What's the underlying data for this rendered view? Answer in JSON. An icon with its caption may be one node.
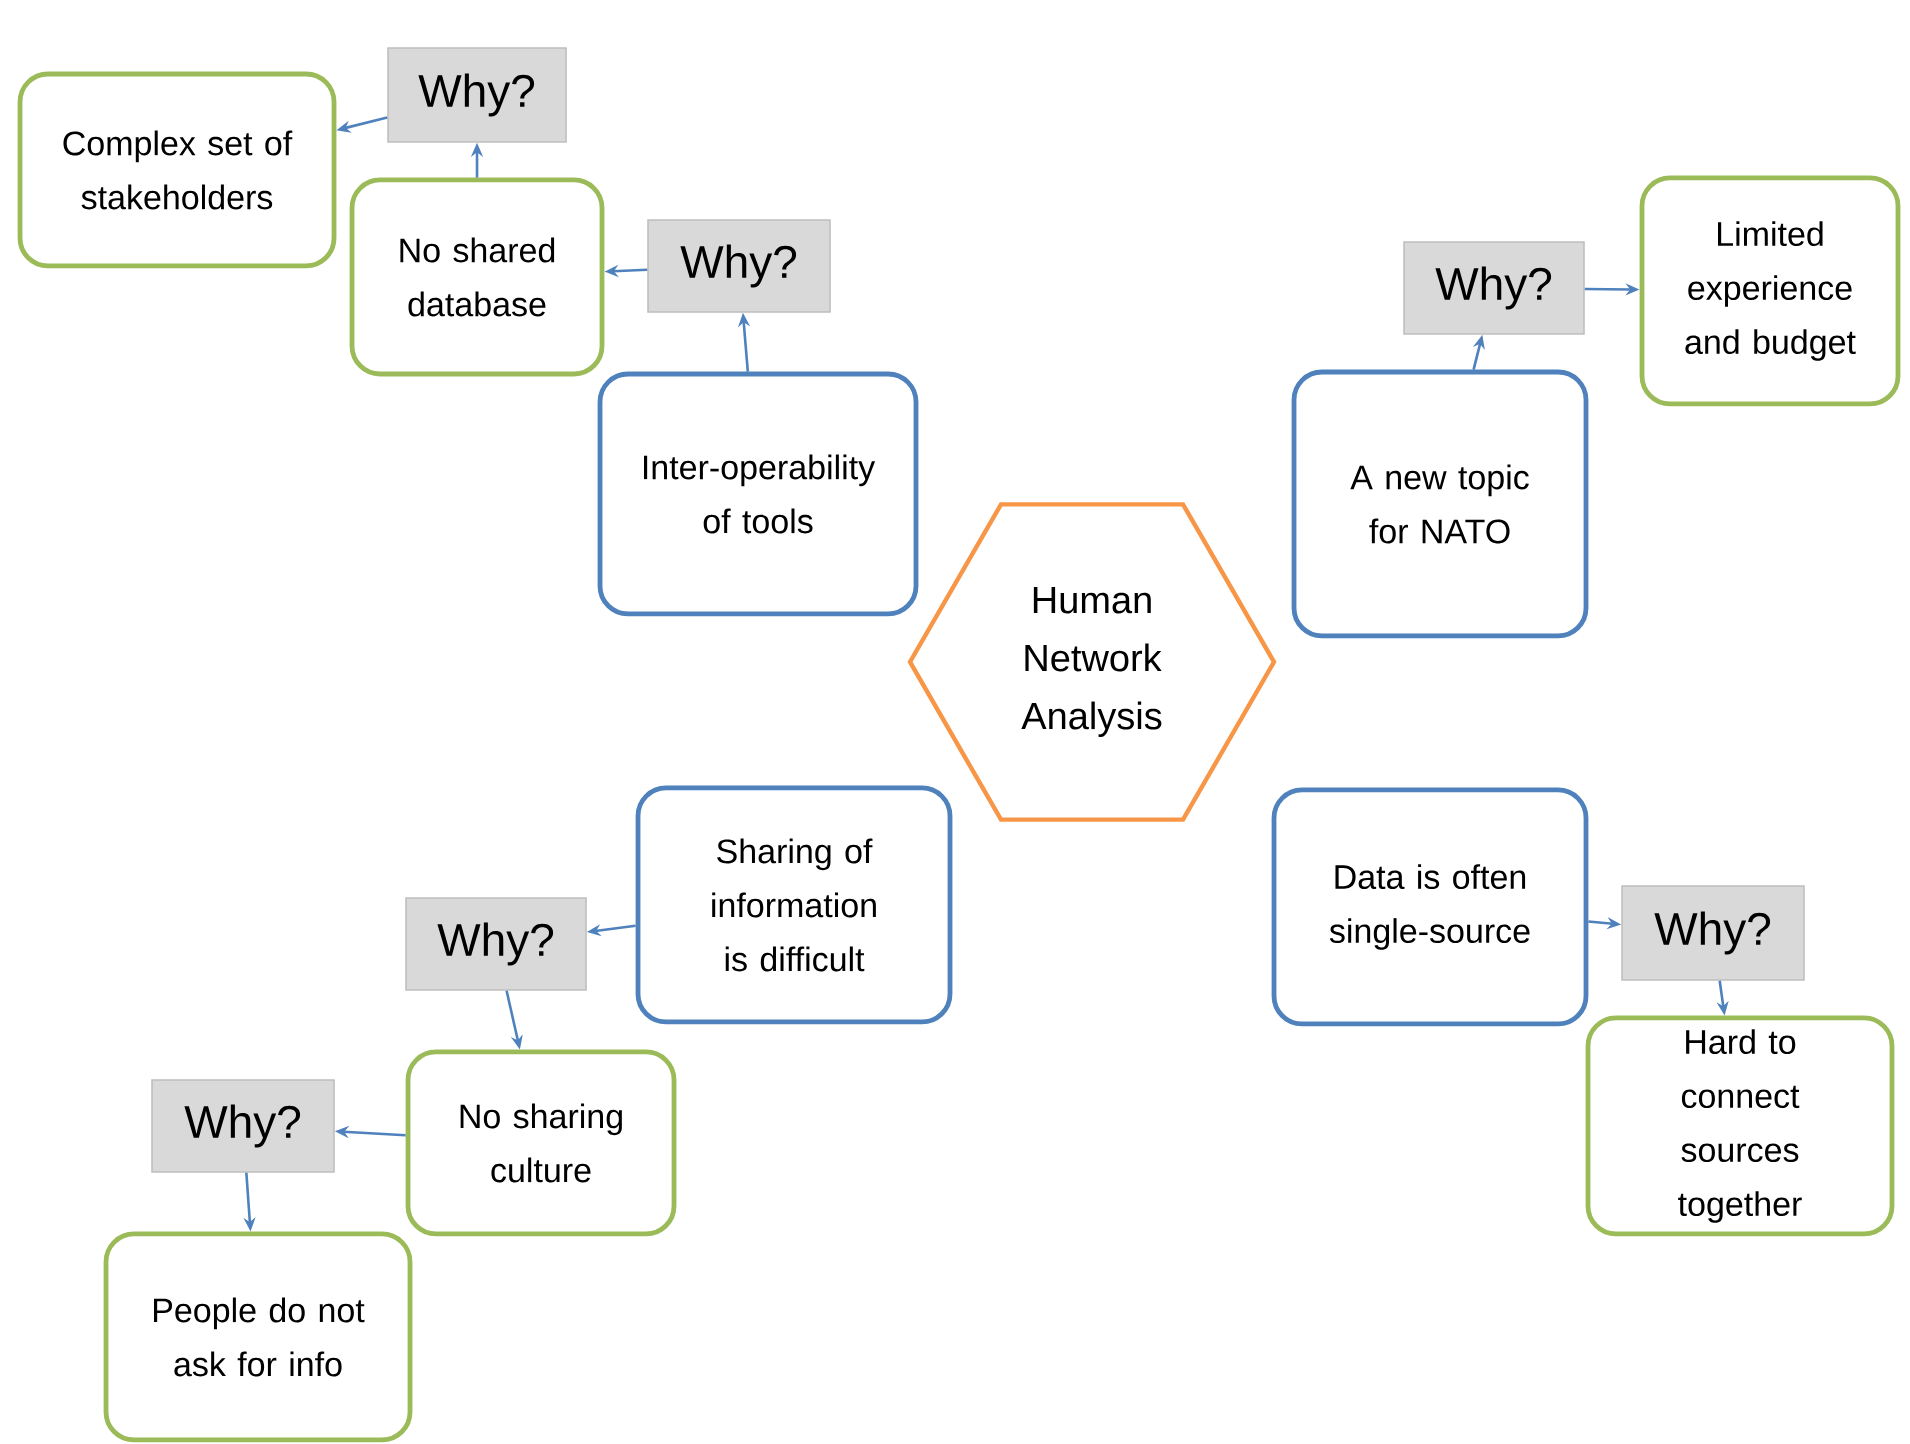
{
  "diagram": {
    "nodes": [
      {
        "text": [
          "Complex set of stakeholders"
        ]
      },
      {
        "text": [
          "Why?"
        ]
      },
      {
        "text": [
          "No shared database"
        ]
      },
      {
        "text": [
          "Why?"
        ]
      },
      {
        "text": [
          "Why?"
        ]
      },
      {
        "text": [
          "Limited experience and budget"
        ]
      },
      {
        "text": [
          "Inter-operability of tools"
        ]
      },
      {
        "text": [
          "A new topic for NATO"
        ]
      },
      {
        "text": [
          "Human Network Analysis"
        ]
      },
      {
        "text": [
          "Sharing of information is difficult"
        ]
      },
      {
        "text": [
          "Data is often single-source"
        ]
      },
      {
        "text": [
          "Why?"
        ]
      },
      {
        "text": [
          "Why?"
        ]
      },
      {
        "text": [
          "No sharing culture"
        ]
      },
      {
        "text": [
          "Hard to connect sources together"
        ]
      },
      {
        "text": [
          "Why?"
        ]
      },
      {
        "text": [
          "People do not ask for info"
        ]
      }
    ],
    "edges": [
      {
        "from": 6,
        "to": 3,
        "arrow": "to"
      },
      {
        "from": 3,
        "to": 2,
        "arrow": "to"
      },
      {
        "from": 2,
        "to": 1,
        "arrow": "to"
      },
      {
        "from": 1,
        "to": 0,
        "arrow": "to"
      },
      {
        "from": 7,
        "to": 4,
        "arrow": "to"
      },
      {
        "from": 4,
        "to": 5,
        "arrow": "to"
      },
      {
        "from": 9,
        "to": 11,
        "arrow": "to"
      },
      {
        "from": 11,
        "to": 13,
        "arrow": "to"
      },
      {
        "from": 13,
        "to": 15,
        "arrow": "to"
      },
      {
        "from": 15,
        "to": 16,
        "arrow": "to"
      },
      {
        "from": 10,
        "to": 12,
        "arrow": "to"
      },
      {
        "from": 12,
        "to": 14,
        "arrow": "to"
      }
    ]
  }
}
